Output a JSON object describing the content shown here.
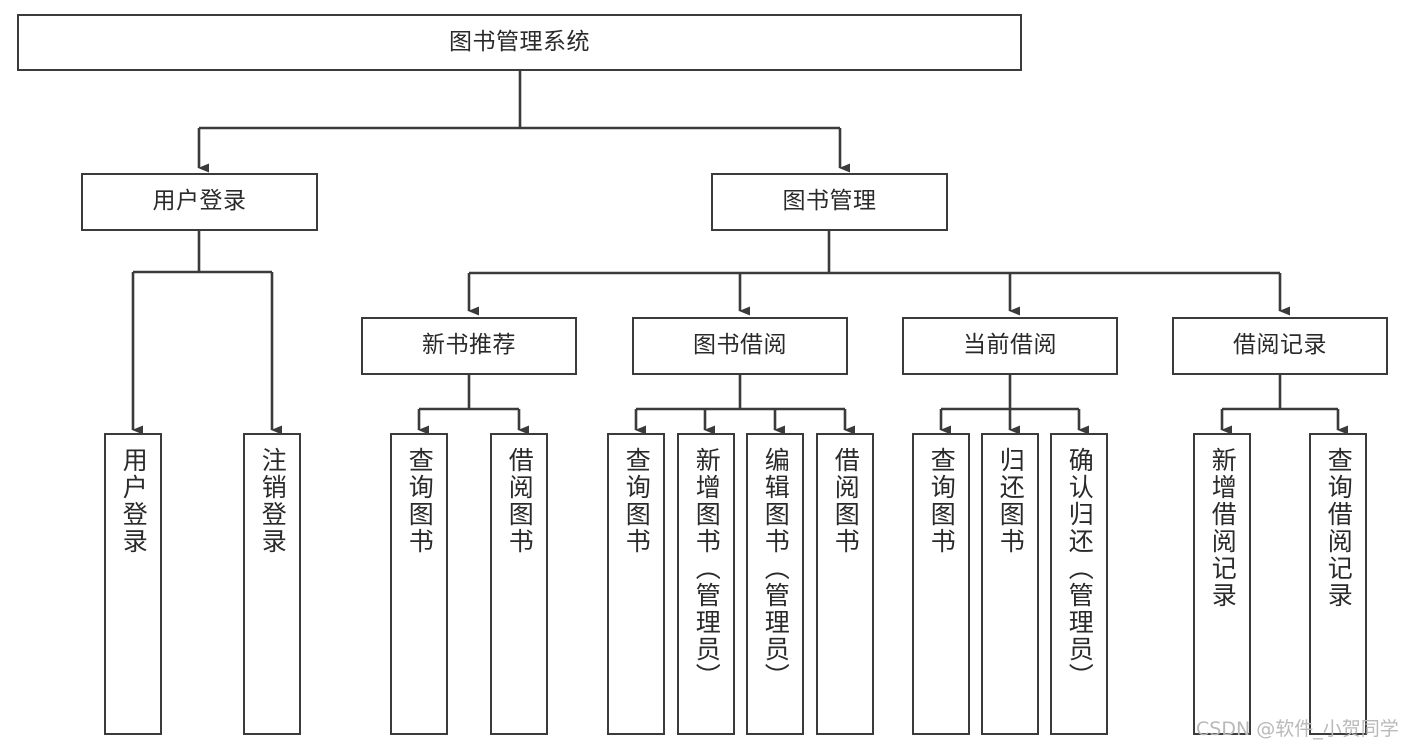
{
  "diagram": {
    "type": "tree-hierarchy-chart",
    "title": "图书管理系统",
    "orientation": "top-down",
    "colors": {
      "box_border": "#3b3b3b",
      "box_fill": "#ffffff",
      "edge": "#3b3b3b",
      "text": "#2a2a2a",
      "watermark": "#b9b9b9",
      "background": "#ffffff"
    },
    "nodes": {
      "root": {
        "label": "图书管理系统"
      },
      "level2": [
        {
          "id": "user-login",
          "label": "用户登录"
        },
        {
          "id": "book-manage",
          "label": "图书管理"
        }
      ],
      "level3": [
        {
          "id": "new-book-recommend",
          "label": "新书推荐"
        },
        {
          "id": "book-borrow",
          "label": "图书借阅"
        },
        {
          "id": "current-borrow",
          "label": "当前借阅"
        },
        {
          "id": "borrow-record",
          "label": "借阅记录"
        }
      ],
      "leaves": {
        "user-login": [
          {
            "id": "leaf-user-login",
            "label": "用户登录"
          },
          {
            "id": "leaf-logout",
            "label": "注销登录"
          }
        ],
        "new-book-recommend": [
          {
            "id": "leaf-query-book-1",
            "label": "查询图书"
          },
          {
            "id": "leaf-borrow-book-1",
            "label": "借阅图书"
          }
        ],
        "book-borrow": [
          {
            "id": "leaf-query-book-2",
            "label": "查询图书"
          },
          {
            "id": "leaf-add-book",
            "label": "新增图书（管理员）"
          },
          {
            "id": "leaf-edit-book",
            "label": "编辑图书（管理员）"
          },
          {
            "id": "leaf-borrow-book-2",
            "label": "借阅图书"
          }
        ],
        "current-borrow": [
          {
            "id": "leaf-query-book-3",
            "label": "查询图书"
          },
          {
            "id": "leaf-return-book",
            "label": "归还图书"
          },
          {
            "id": "leaf-confirm-return",
            "label": "确认归还（管理员）"
          }
        ],
        "borrow-record": [
          {
            "id": "leaf-add-record",
            "label": "新增借阅记录"
          },
          {
            "id": "leaf-query-record",
            "label": "查询借阅记录"
          }
        ]
      }
    },
    "watermark": "CSDN @软件_小贺同学"
  }
}
